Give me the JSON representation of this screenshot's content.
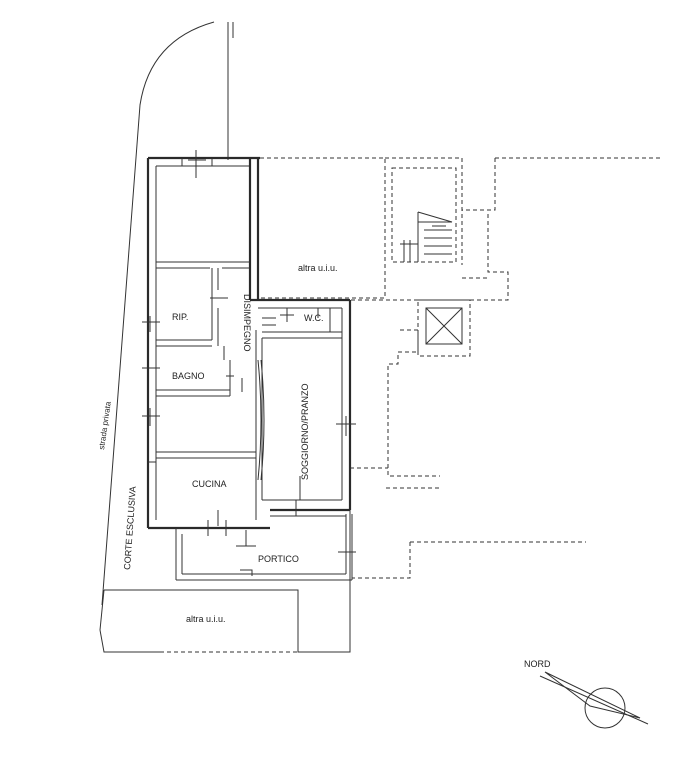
{
  "plan": {
    "rooms": {
      "rip": "RIP.",
      "disimpegno": "DISIMPEGNO",
      "wc": "W.C.",
      "bagno": "BAGNO",
      "soggiorno": "SOGGIORNO/PRANZO",
      "cucina": "CUCINA",
      "portico": "PORTICO"
    },
    "neighbors": {
      "top": "altra u.i.u.",
      "bottom": "altra u.i.u."
    },
    "exterior": {
      "strada": "strada privata",
      "corte": "CORTE ESCLUSIVA"
    },
    "compass": {
      "label": "NORD"
    }
  }
}
